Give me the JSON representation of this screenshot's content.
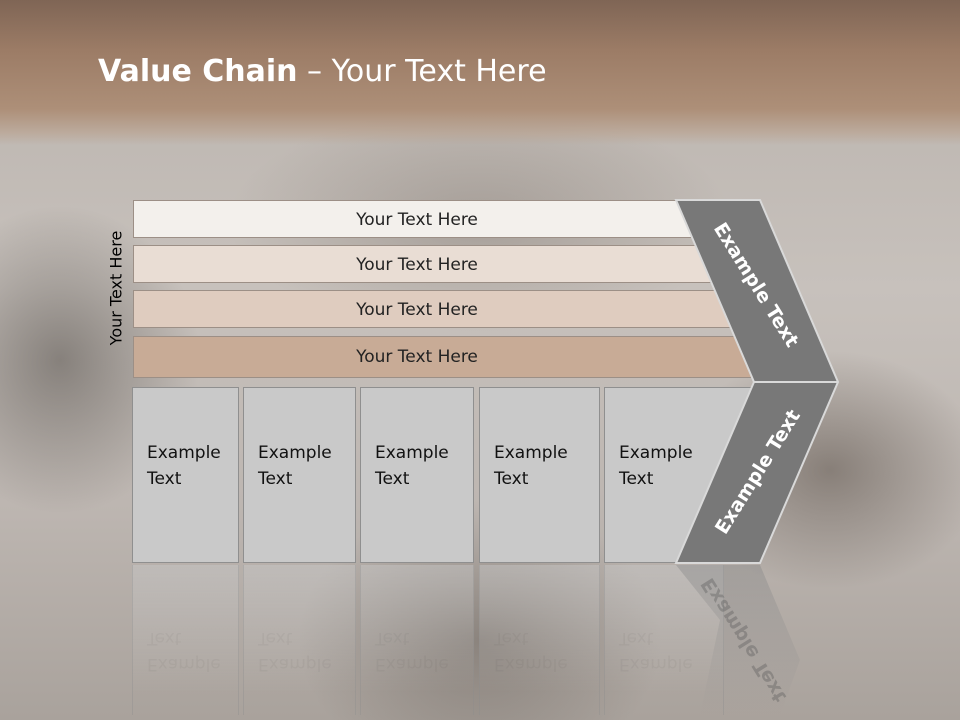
{
  "title": {
    "bold": "Value Chain",
    "rest": " – Your Text Here"
  },
  "side_label": "Your Text Here",
  "bars": [
    {
      "label": "Your Text Here",
      "color": "#f3f0ec"
    },
    {
      "label": "Your Text Here",
      "color": "#e9ddd4"
    },
    {
      "label": "Your Text Here",
      "color": "#dfccbf"
    },
    {
      "label": "Your Text Here",
      "color": "#c8ab96"
    }
  ],
  "columns": [
    {
      "line1": "Example",
      "line2": "Text"
    },
    {
      "line1": "Example",
      "line2": "Text"
    },
    {
      "line1": "Example",
      "line2": "Text"
    },
    {
      "line1": "Example",
      "line2": "Text"
    },
    {
      "line1": "Example",
      "line2": "Text"
    }
  ],
  "chevron": {
    "top_text": "Example Text",
    "bottom_text": "Example Text",
    "color": "#787878"
  }
}
